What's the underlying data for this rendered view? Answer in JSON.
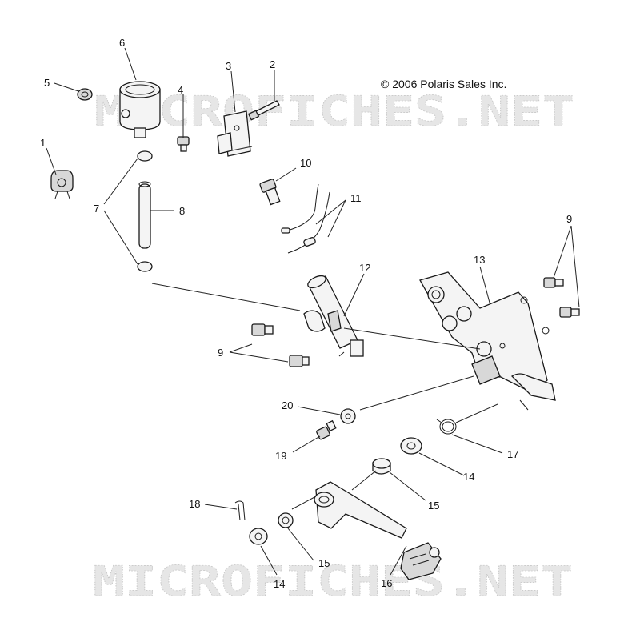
{
  "copyright": "© 2006 Polaris Sales Inc.",
  "watermark": "MICROFICHES.NET",
  "callouts": [
    {
      "id": "c1",
      "label": "1"
    },
    {
      "id": "c2",
      "label": "2"
    },
    {
      "id": "c3",
      "label": "3"
    },
    {
      "id": "c4",
      "label": "4"
    },
    {
      "id": "c5",
      "label": "5"
    },
    {
      "id": "c6",
      "label": "6"
    },
    {
      "id": "c7",
      "label": "7"
    },
    {
      "id": "c8",
      "label": "8"
    },
    {
      "id": "c9a",
      "label": "9"
    },
    {
      "id": "c9b",
      "label": "9"
    },
    {
      "id": "c10",
      "label": "10"
    },
    {
      "id": "c11",
      "label": "11"
    },
    {
      "id": "c12",
      "label": "12"
    },
    {
      "id": "c13",
      "label": "13"
    },
    {
      "id": "c14a",
      "label": "14"
    },
    {
      "id": "c14b",
      "label": "14"
    },
    {
      "id": "c15a",
      "label": "15"
    },
    {
      "id": "c15b",
      "label": "15"
    },
    {
      "id": "c16",
      "label": "16"
    },
    {
      "id": "c17",
      "label": "17"
    },
    {
      "id": "c18",
      "label": "18"
    },
    {
      "id": "c19",
      "label": "19"
    },
    {
      "id": "c20",
      "label": "20"
    }
  ]
}
